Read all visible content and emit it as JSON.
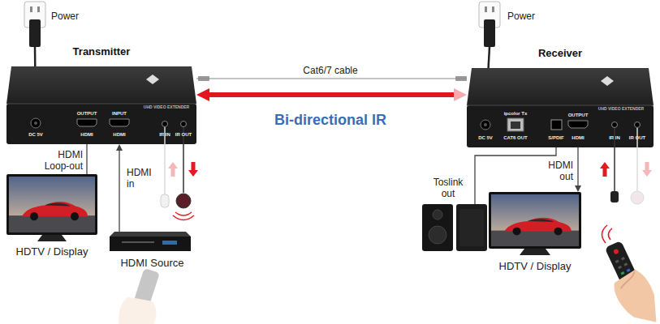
{
  "diagram": {
    "nodes": [
      {
        "text": [
          "Transmitter"
        ]
      },
      {
        "text": [
          "HDTV / Display"
        ]
      },
      {
        "text": [
          "HDMI Source"
        ]
      },
      {
        "text": [
          "Receiver"
        ]
      },
      {
        "text": [
          "Toslink out"
        ]
      },
      {
        "text": [
          "HDTV / Display"
        ]
      }
    ],
    "edges": [
      {
        "from": 0,
        "to": 1,
        "label": "HDMI Loop-out",
        "arrow": "none"
      },
      {
        "from": 2,
        "to": 0,
        "label": "HDMI in",
        "arrow": "to"
      },
      {
        "from": 0,
        "to": 3,
        "label": "Cat6/7 cable",
        "arrow": "none"
      },
      {
        "from": 0,
        "to": 3,
        "label": "Bi-directional IR",
        "arrow": "both"
      },
      {
        "from": 3,
        "to": 4,
        "arrow": "none"
      },
      {
        "from": 3,
        "to": 5,
        "label": "HDMI out",
        "arrow": "to"
      }
    ],
    "labels": [
      "Power",
      "UHD VIDEO EXTENDER",
      "OUTPUT",
      "HDMI",
      "INPUT",
      "HDMI",
      "DC 5V",
      "IR IN",
      "IR OUT",
      "Power",
      "UHD VIDEO EXTENDER",
      "ipcolor Tx",
      "CAT6 OUT",
      "S/PDIF",
      "OUTPUT",
      "HDMI",
      "DC 5V",
      "IR IN",
      "IR OUT"
    ]
  }
}
